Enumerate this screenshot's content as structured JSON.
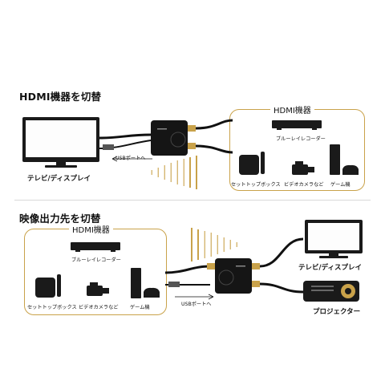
{
  "section1": {
    "heading": "HDMI機器を切替",
    "group_title": "HDMI機器",
    "devices": {
      "bluray": "ブルーレイレコーダー",
      "settop": "セットトップボックス",
      "camera": "ビデオカメラなど",
      "game": "ゲーム機"
    },
    "tv_label": "テレビ/ディスプレイ",
    "usb_label": "USBポートへ"
  },
  "section2": {
    "heading": "映像出力先を切替",
    "group_title": "HDMI機器",
    "devices": {
      "bluray": "ブルーレイレコーダー",
      "settop": "セットトップボックス",
      "camera": "ビデオカメラなど",
      "game": "ゲーム機"
    },
    "tv_label": "テレビ/ディスプレイ",
    "projector_label": "プロジェクター",
    "usb_label": "USBポートへ"
  },
  "colors": {
    "accent": "#c9a24a",
    "device": "#1a1a1a",
    "cable": "#111111"
  }
}
